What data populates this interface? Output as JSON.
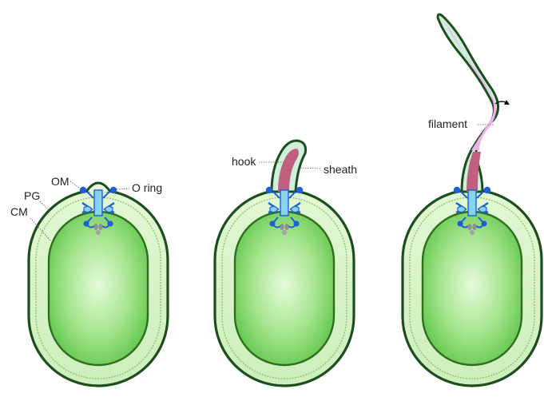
{
  "labels": {
    "om": "OM",
    "pg": "PG",
    "cm": "CM",
    "o_ring": "O ring",
    "hook": "hook",
    "sheath": "sheath",
    "filament": "filament"
  },
  "colors": {
    "outer_membrane": "#1c4d1c",
    "periplasm": "#d8f5c6",
    "peptidoglycan": "#8bc56d",
    "cytoplasm_light": "#dcf9d0",
    "cytoplasm_dark": "#64c84e",
    "cytoplasm_border": "#2f6e1f",
    "motor_blue": "#1f5fd6",
    "motor_light": "#7fd0f0",
    "hook_color": "#c0607e",
    "filament_color": "#f0b0ec",
    "sheath_color": "#cfeedc",
    "sheath_border": "#1c4d1c"
  }
}
